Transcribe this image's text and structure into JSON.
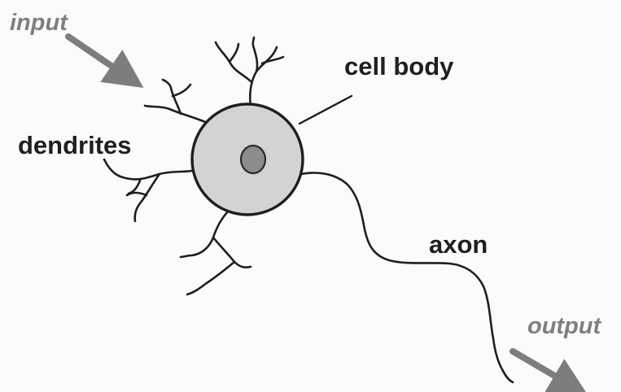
{
  "labels": {
    "input": "input",
    "cell_body": "cell body",
    "dendrites": "dendrites",
    "axon": "axon",
    "output": "output"
  },
  "colors": {
    "line": "#1e1e1e",
    "soma_fill": "#d3d3d3",
    "nucleus_fill": "#8c8c8c",
    "io_arrow": "#7d7d7d",
    "io_text": "#7f7f7f",
    "label_text": "#1f1f1f"
  }
}
